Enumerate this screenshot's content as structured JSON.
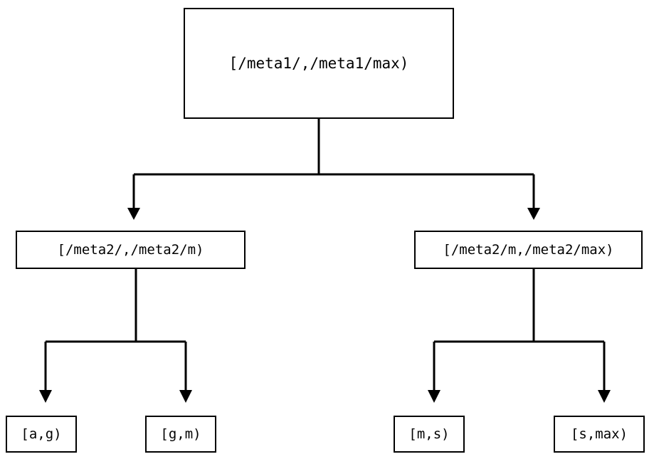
{
  "diagram": {
    "title": "interval-partition-tree",
    "stroke_color": "#000000",
    "background_color": "#ffffff",
    "nodes": {
      "root": {
        "label": "[/meta1/,/meta1/max)"
      },
      "mid_left": {
        "label": "[/meta2/,/meta2/m)"
      },
      "mid_right": {
        "label": "[/meta2/m,/meta2/max)"
      },
      "leaves": [
        {
          "label": "[a,g)"
        },
        {
          "label": "[g,m)"
        },
        {
          "label": "[m,s)"
        },
        {
          "label": "[s,max)"
        }
      ]
    }
  }
}
